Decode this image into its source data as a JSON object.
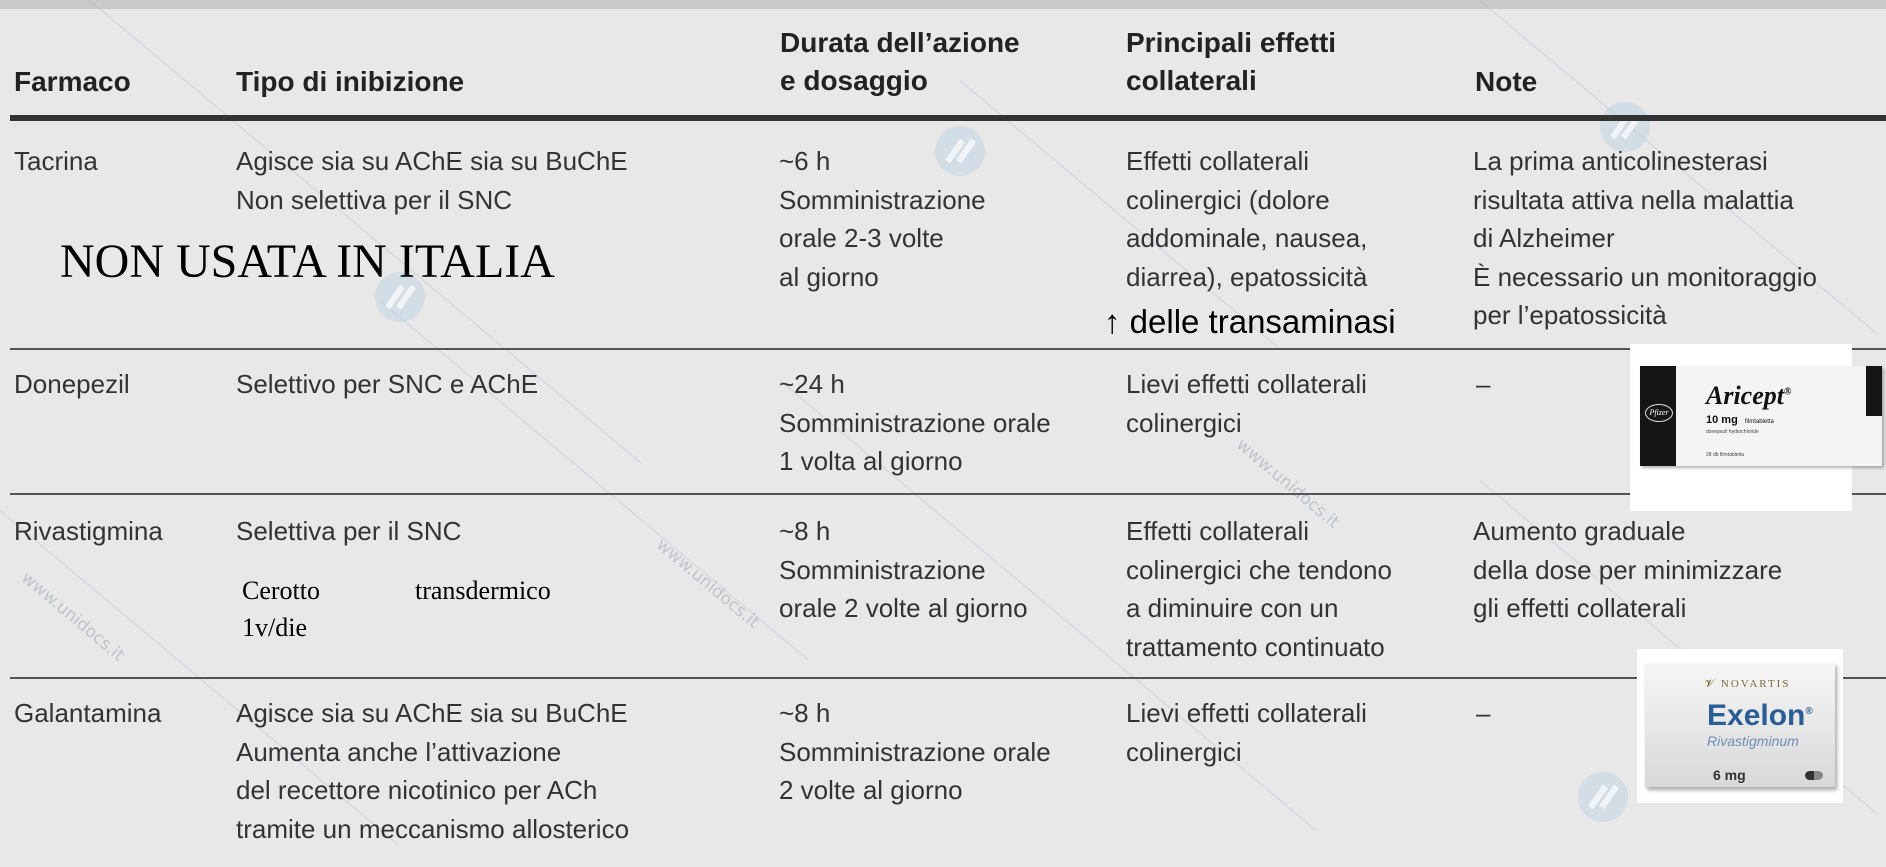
{
  "header": {
    "col1": [
      "Farmaco"
    ],
    "col2": [
      "Tipo di inibizione"
    ],
    "col3": [
      "Durata dell’azione",
      "e dosaggio"
    ],
    "col4": [
      "Principali effetti",
      "collaterali"
    ],
    "col5": [
      "Note"
    ]
  },
  "rows": [
    {
      "drug": "Tacrina",
      "type": [
        "Agisce sia su AChE sia su BuChE",
        "Non selettiva per il SNC"
      ],
      "duration": [
        "~6 h",
        "Somministrazione",
        "orale 2-3 volte",
        "al giorno"
      ],
      "effects": [
        "Effetti collaterali",
        "colinergici (dolore",
        "addominale, nausea,",
        "diarrea), epatossicità"
      ],
      "notes": [
        "La prima anticolinesterasi",
        "risultata attiva nella malattia",
        "di Alzheimer",
        "È necessario un monitoraggio",
        "per l’epatossicità"
      ]
    },
    {
      "drug": "Donepezil",
      "type": [
        "Selettivo per SNC e AChE"
      ],
      "duration": [
        "~24 h",
        "Somministrazione orale",
        "1 volta al giorno"
      ],
      "effects": [
        "Lievi effetti collaterali",
        "colinergici"
      ],
      "notes": [
        "–"
      ]
    },
    {
      "drug": "Rivastigmina",
      "type": [
        "Selettiva per il SNC"
      ],
      "duration": [
        "~8 h",
        "Somministrazione",
        "orale 2 volte al giorno"
      ],
      "effects": [
        "Effetti collaterali",
        "colinergici che tendono",
        "a diminuire con un",
        "trattamento continuato"
      ],
      "notes": [
        "Aumento graduale",
        "della dose per minimizzare",
        "gli effetti collaterali"
      ]
    },
    {
      "drug": "Galantamina",
      "type": [
        "Agisce sia su AChE sia su BuChE",
        "Aumenta anche l’attivazione",
        "del recettore nicotinico per ACh",
        "tramite un meccanismo allosterico"
      ],
      "duration": [
        "~8 h",
        "Somministrazione orale",
        "2 volte al giorno"
      ],
      "effects": [
        "Lievi effetti collaterali",
        "colinergici"
      ],
      "notes": [
        "–"
      ]
    }
  ],
  "overlays": {
    "tacrina_note": "NON USATA IN ITALIA",
    "transaminasi": "↑ delle transaminasi",
    "cerotto_word1": "Cerotto",
    "cerotto_word2": "transdermico",
    "cerotto_line2": "1v/die"
  },
  "images": {
    "aricept": {
      "brand": "Aricept",
      "reg": "®",
      "dose": "10 mg",
      "form": "filmtabletta",
      "generic": "donepezil hydrochloride",
      "count": "28 db filmtabletta",
      "logo": "Pfizer"
    },
    "exelon": {
      "maker": "NOVARTIS",
      "brand": "Exelon",
      "reg": "®",
      "generic": "Rivastigminum",
      "dose": "6 mg"
    }
  },
  "watermark": {
    "text": "www.unidocs.it"
  },
  "colors": {
    "background": "#e8e8e8",
    "rule": "#333333",
    "watermark": "#a0b4c8"
  }
}
